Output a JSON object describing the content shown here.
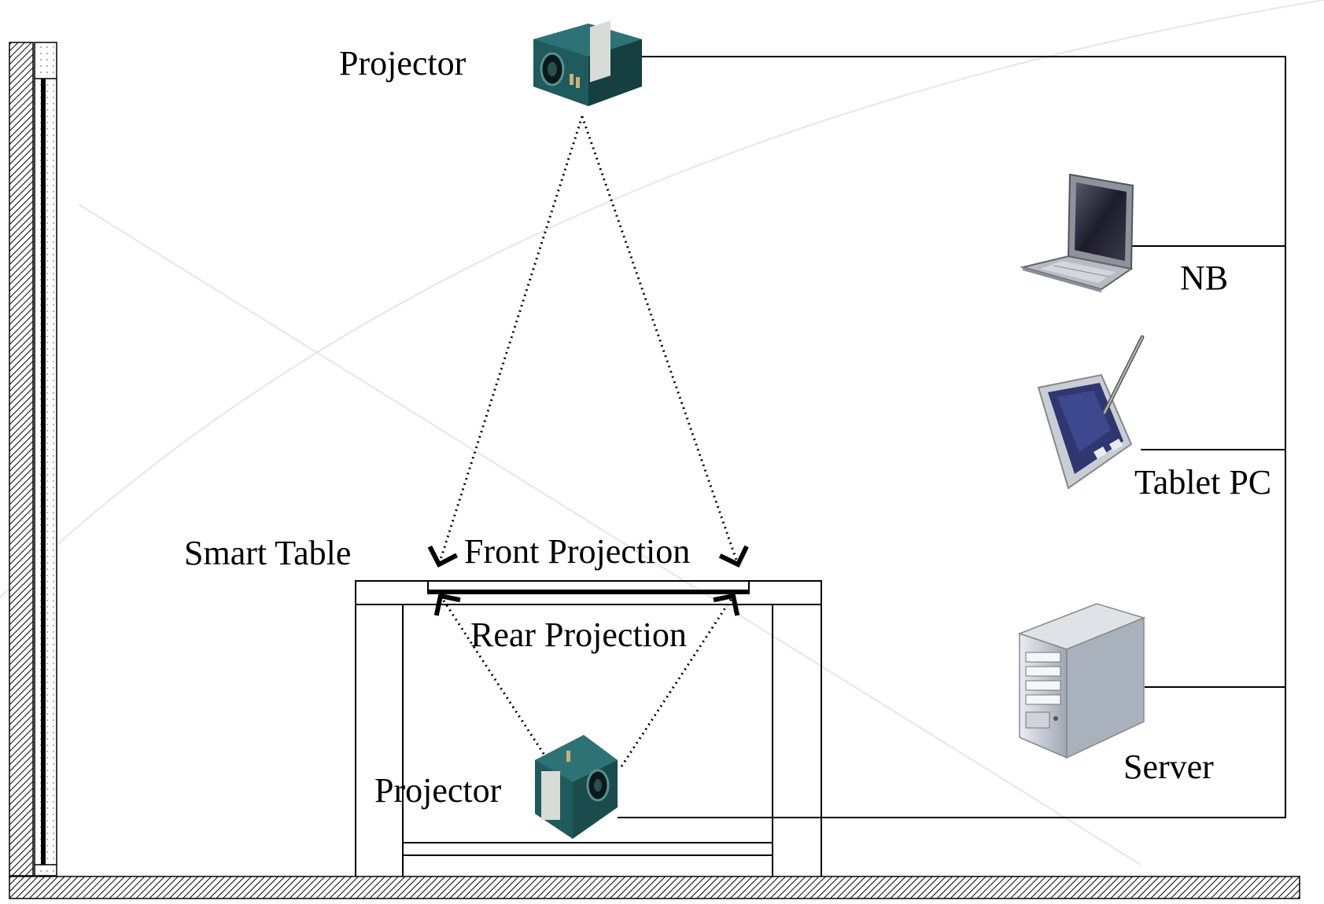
{
  "labels": {
    "projector_top": "Projector",
    "projector_bottom": "Projector",
    "nb": "NB",
    "tablet": "Tablet PC",
    "server": "Server",
    "smart_table": "Smart Table",
    "front_projection": "Front Projection",
    "rear_projection": "Rear Projection"
  },
  "colors": {
    "line": "#000000",
    "projector_body": "#1f5a5c",
    "projector_dark": "#0f2f30",
    "laptop": "#9aa0aa",
    "server": "#b9c0ca",
    "tablet": "#c9ced6",
    "background_arc": "#e6e6e6"
  },
  "icons": {
    "projector": "projector-icon",
    "laptop": "laptop-icon",
    "tablet": "tablet-pc-icon",
    "server": "server-tower-icon"
  }
}
